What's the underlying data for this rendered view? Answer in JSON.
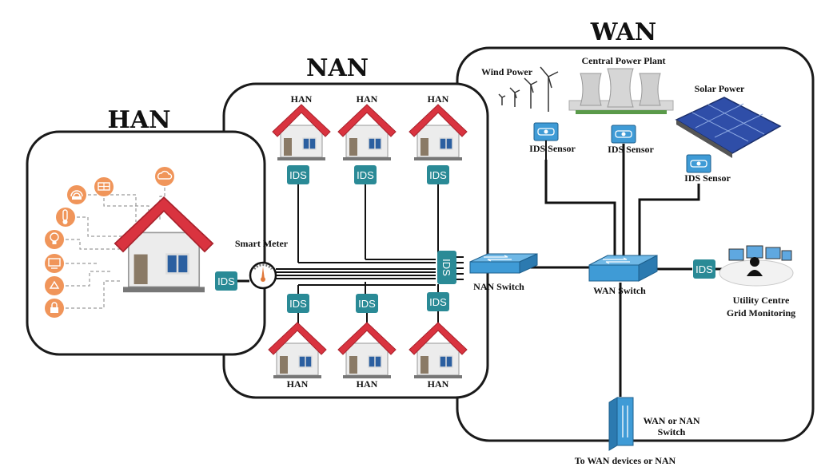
{
  "zones": {
    "han": "HAN",
    "nan": "NAN",
    "wan": "WAN"
  },
  "labels": {
    "smart_meter": "Smart Meter",
    "house": "HAN",
    "ids": "IDS",
    "nan_switch": "NAN Switch",
    "wan_switch": "WAN Switch",
    "wind_power": "Wind Power",
    "central_plant": "Central Power Plant",
    "solar_power": "Solar Power",
    "ids_sensor": "IDS Sensor",
    "utility_line1": "Utility Centre",
    "utility_line2": "Grid Monitoring",
    "wan_nan_line1": "WAN or NAN",
    "wan_nan_line2": "Switch",
    "to_wan": "To WAN devices or NAN"
  },
  "han_devices": [
    "router-icon",
    "solar-panel-icon",
    "cloud-icon",
    "thermometer-icon",
    "light-bulb-icon",
    "monitor-icon",
    "recycle-icon",
    "lock-icon"
  ],
  "colors": {
    "ids": "#2a8a96",
    "roof": "#d9333f",
    "device": "#f0955a",
    "switch": "#3f9bd6"
  }
}
